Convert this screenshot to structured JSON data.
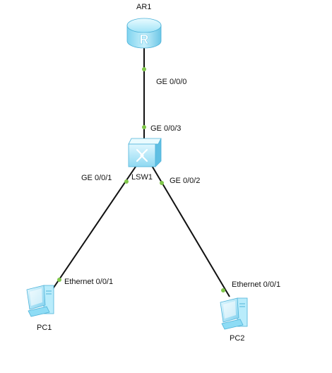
{
  "colors": {
    "link": "#111111",
    "port_dot": "#7fc64a",
    "device_light": "#d6f5ff",
    "device_main": "#8edcf5",
    "device_dark": "#3fa9d6"
  },
  "devices": {
    "router": {
      "name": "AR1",
      "icon": "router-icon"
    },
    "switch": {
      "name": "LSW1",
      "icon": "switch-icon"
    },
    "pc1": {
      "name": "PC1",
      "icon": "pc-icon"
    },
    "pc2": {
      "name": "PC2",
      "icon": "pc-icon"
    }
  },
  "links": {
    "ar1_lsw1": {
      "a_port": "GE 0/0/0",
      "b_port": "GE 0/0/3"
    },
    "lsw1_pc1": {
      "a_port": "GE 0/0/1",
      "b_port": "Ethernet 0/0/1"
    },
    "lsw1_pc2": {
      "a_port": "GE 0/0/2",
      "b_port": "Ethernet 0/0/1"
    }
  }
}
